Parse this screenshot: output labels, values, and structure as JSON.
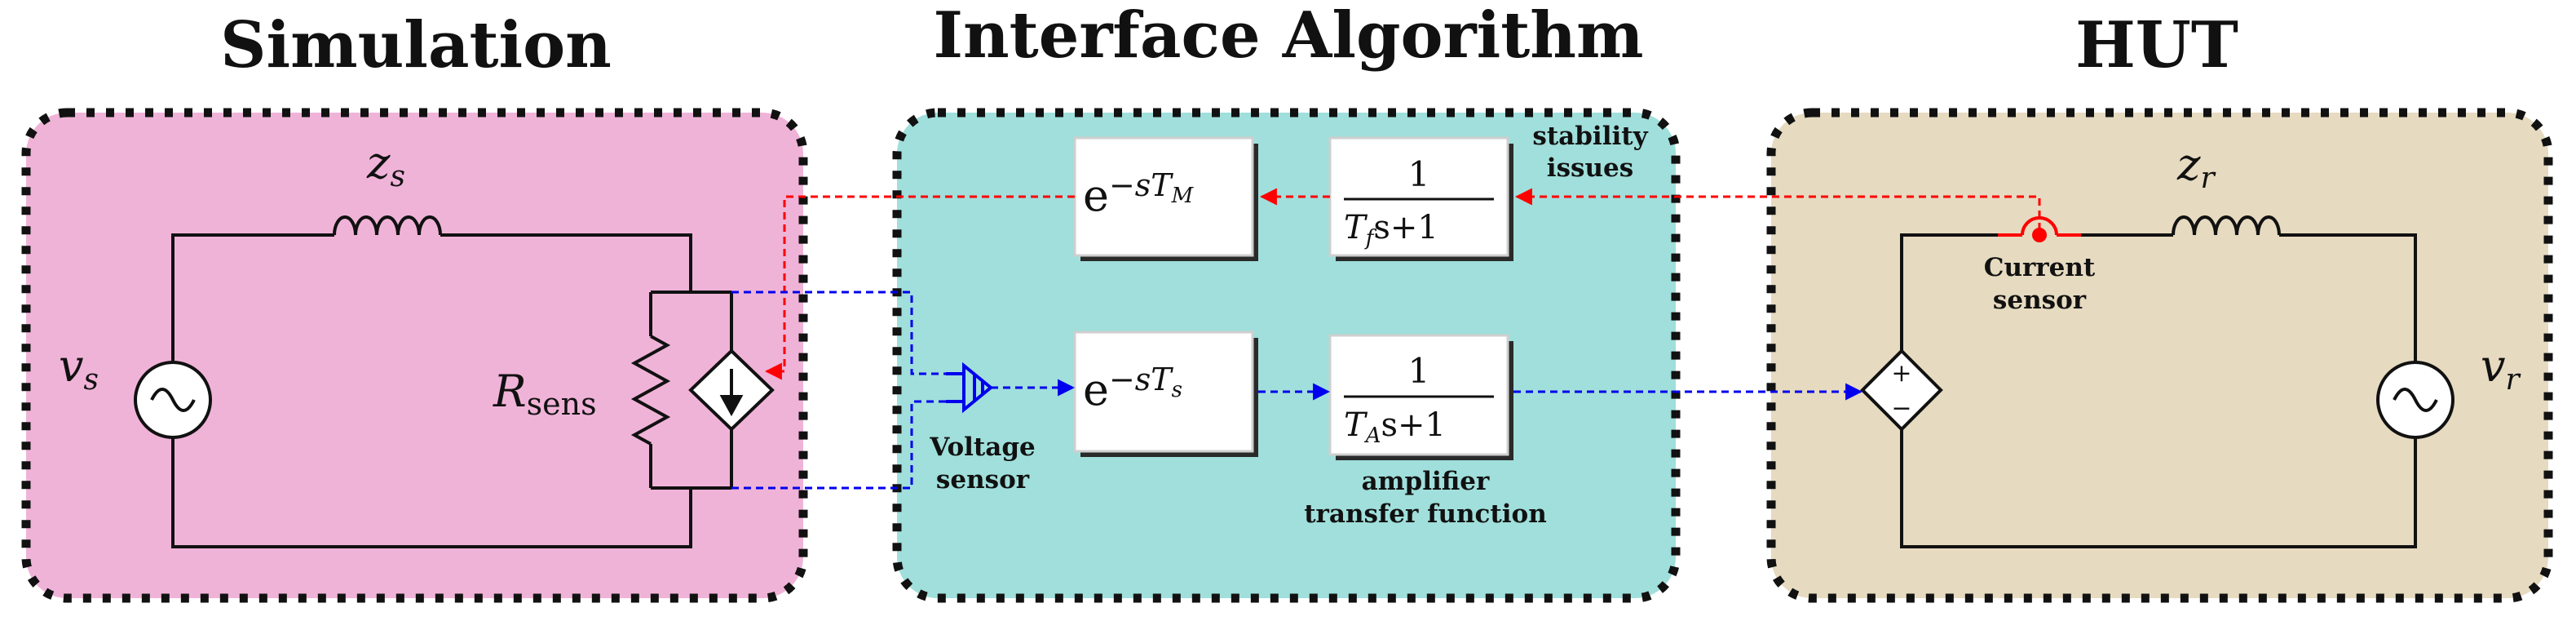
{
  "panels": {
    "simulation": {
      "title": "Simulation",
      "color": "#f0b3d8"
    },
    "interface": {
      "title": "Interface Algorithm",
      "color": "#a0dfdb"
    },
    "hut": {
      "title": "HUT",
      "color": "#e6dac0"
    }
  },
  "simulation": {
    "source_label": "v",
    "source_sub": "s",
    "impedance_label": "z",
    "impedance_sub": "s",
    "resistor_label": "R",
    "resistor_sub": "sens"
  },
  "interface": {
    "delay_measure": {
      "base": "e",
      "exp": "−sT",
      "sub": "M"
    },
    "filter": {
      "num": "1",
      "den_pre": "T",
      "den_sub": "f",
      "den_post": "s+1"
    },
    "delay_sample": {
      "base": "e",
      "exp": "−sT",
      "sub": "s"
    },
    "amplifier": {
      "num": "1",
      "den_pre": "T",
      "den_sub": "A",
      "den_post": "s+1"
    },
    "stability_caption": [
      "stability",
      "issues"
    ],
    "voltage_sensor_caption": [
      "Voltage",
      "sensor"
    ],
    "amplifier_caption": [
      "amplifier",
      "transfer function"
    ]
  },
  "hut": {
    "impedance_label": "z",
    "impedance_sub": "r",
    "source_label": "v",
    "source_sub": "r",
    "current_sensor_caption": [
      "Current",
      "sensor"
    ],
    "plus_sign": "+",
    "minus_sign": "−"
  },
  "colors": {
    "current_signal": "#ff0000",
    "voltage_signal": "#0000ee"
  }
}
